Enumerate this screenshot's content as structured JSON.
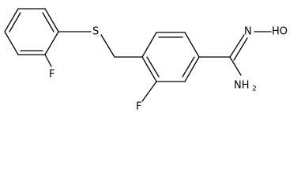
{
  "molecule": {
    "atoms": {
      "sulfur": "S",
      "fluorine_left": "F",
      "fluorine_right": "F",
      "imine_nitrogen": "N",
      "hydroxyl": "HO",
      "amine": "NH",
      "amine_subscript": "2"
    }
  }
}
